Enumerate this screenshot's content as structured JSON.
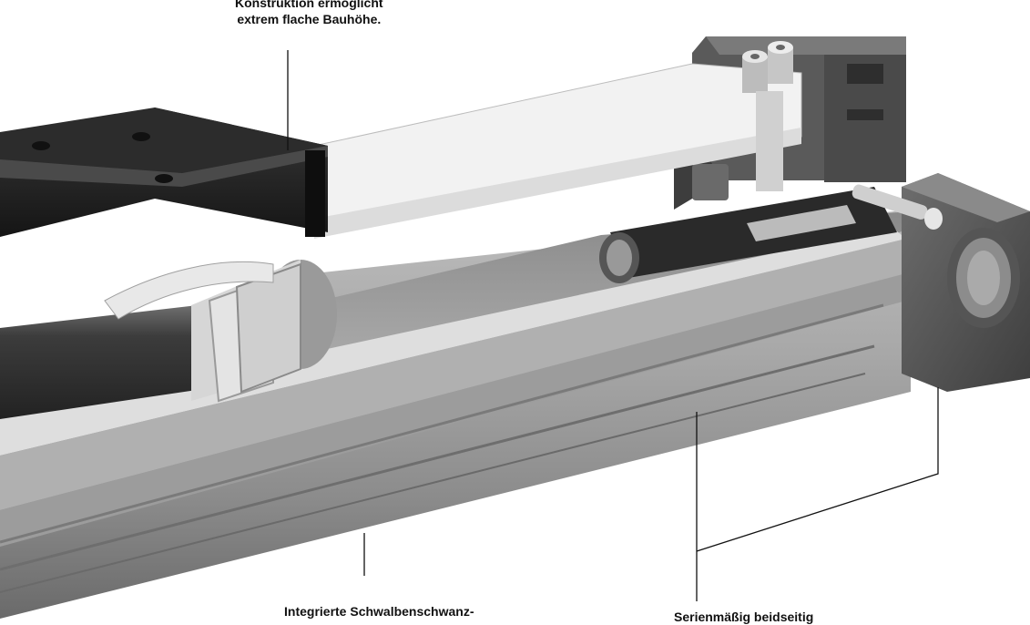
{
  "callouts": {
    "top": {
      "line1": "Konstruktion ermöglicht",
      "line2": "extrem flache Bauhöhe."
    },
    "bottom_left": "Integrierte Schwalbenschwanz-",
    "bottom_right": "Serienmäßig beidseitig"
  },
  "colors": {
    "background": "#ffffff",
    "metal_light": "#d4d4d4",
    "metal_mid": "#9a9a9a",
    "metal_dark": "#4a4a4a",
    "carriage": "#1a1a1a",
    "leader_line": "#111111"
  }
}
